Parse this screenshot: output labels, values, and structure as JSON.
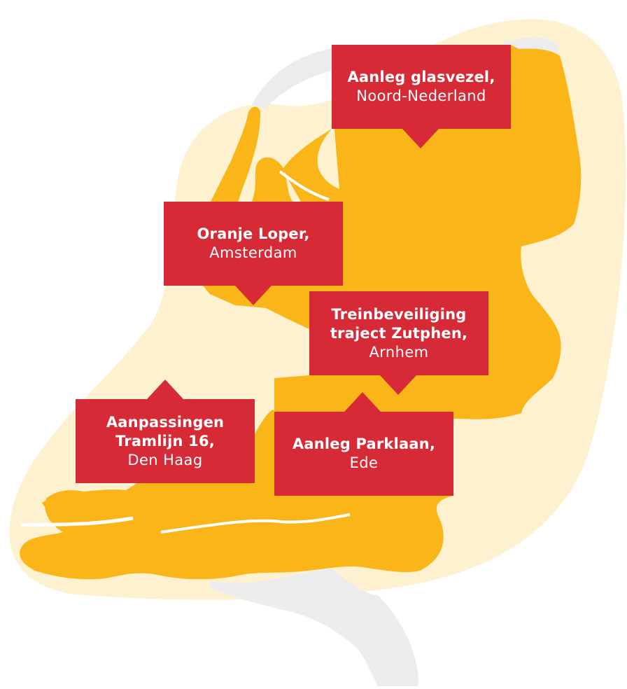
{
  "colors": {
    "halo": "#fdf1cf",
    "land": "#fab619",
    "land_outline": "#f4a90f",
    "neighbor": "#ececec",
    "callout": "#d62a36",
    "callout_text": "#ffffff"
  },
  "callouts": [
    {
      "id": "noord",
      "title": "Aanleg glasvezel,",
      "subtitle": "Noord-Nederland"
    },
    {
      "id": "adam",
      "title": "Oranje Loper,",
      "subtitle": "Amsterdam"
    },
    {
      "id": "zut",
      "title_line1": "Treinbeveiliging",
      "title_line2": "traject Zutphen,",
      "subtitle": "Arnhem"
    },
    {
      "id": "haag",
      "title_line1": "Aanpassingen",
      "title_line2": "Tramlijn 16,",
      "subtitle": "Den Haag"
    },
    {
      "id": "ede",
      "title": "Aanleg Parklaan,",
      "subtitle": "Ede"
    }
  ]
}
